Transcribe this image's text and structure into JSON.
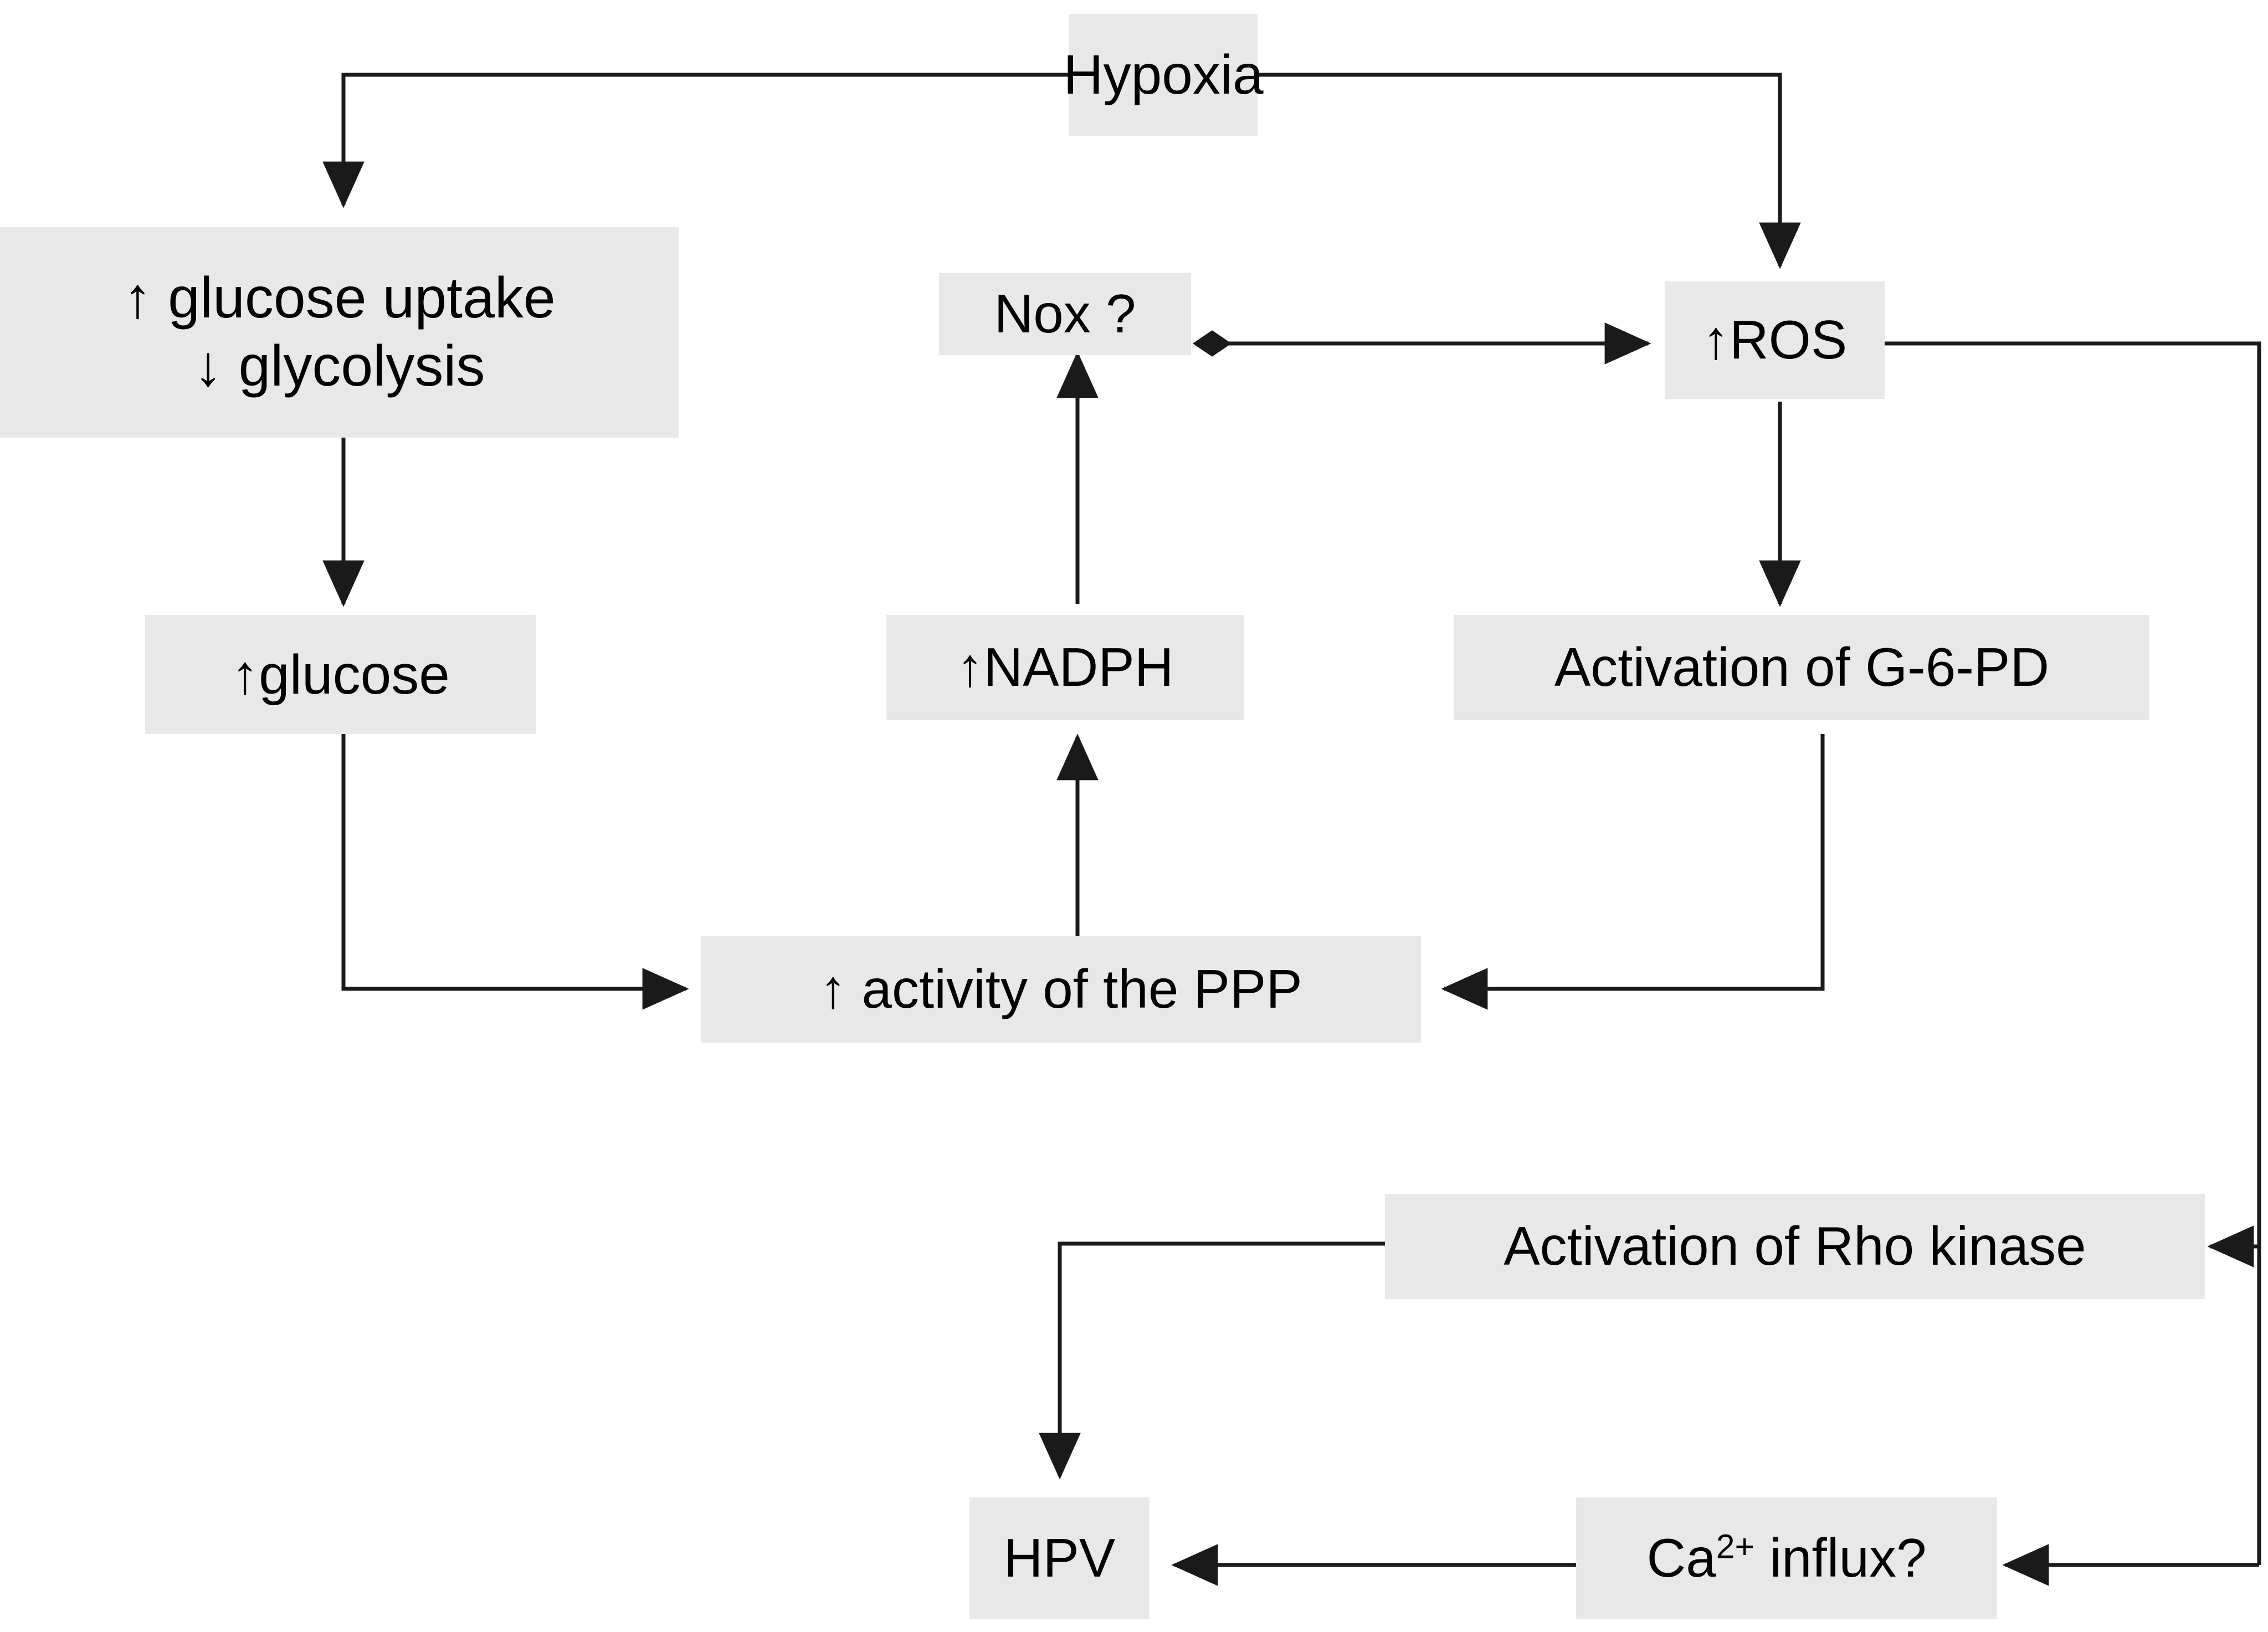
{
  "diagram": {
    "title": "Hypoxia signalling flowchart",
    "background_color": "#FFFFFF",
    "node_fill_color": "#E8E8E8",
    "text_color": "#000000",
    "line_color": "#1A1A1A",
    "nodes": {
      "hypoxia": {
        "label": "Hypoxia"
      },
      "glucose_uptake": {
        "line1": "↑ glucose uptake",
        "line2": "↓ glycolysis"
      },
      "nox": {
        "label": "Nox ?"
      },
      "ros": {
        "label": "↑ROS"
      },
      "glucose": {
        "label": "↑glucose"
      },
      "nadph": {
        "label": "↑NADPH"
      },
      "g6pd": {
        "label": "Activation of G-6-PD"
      },
      "ppp": {
        "label": "↑ activity of the PPP"
      },
      "rho_kinase": {
        "label": "Activation of Rho kinase"
      },
      "hpv": {
        "label": "HPV"
      },
      "ca_influx": {
        "prefix": "Ca",
        "superscript": "2+",
        "suffix": " influx?"
      }
    },
    "edges": [
      {
        "from": "hypoxia",
        "to": "glucose_uptake",
        "style": "elbow-left-down",
        "arrowhead": "triangle"
      },
      {
        "from": "hypoxia",
        "to": "ros",
        "style": "elbow-right-down",
        "arrowhead": "triangle"
      },
      {
        "from": "nox",
        "to": "ros",
        "style": "straight-right",
        "arrowhead": "triangle",
        "arrowtail": "diamond"
      },
      {
        "from": "glucose_uptake",
        "to": "glucose",
        "style": "straight-down",
        "arrowhead": "triangle"
      },
      {
        "from": "glucose",
        "to": "ppp",
        "style": "elbow-down-right",
        "arrowhead": "triangle"
      },
      {
        "from": "ppp",
        "to": "nadph",
        "style": "straight-up",
        "arrowhead": "triangle"
      },
      {
        "from": "nadph",
        "to": "nox",
        "style": "straight-up",
        "arrowhead": "triangle"
      },
      {
        "from": "ros",
        "to": "g6pd",
        "style": "straight-down",
        "arrowhead": "triangle"
      },
      {
        "from": "g6pd",
        "to": "ppp",
        "style": "elbow-down-left",
        "arrowhead": "triangle"
      },
      {
        "from": "ros",
        "to": "rho_kinase",
        "style": "right-trunk-down-left",
        "arrowhead": "triangle"
      },
      {
        "from": "ros",
        "to": "ca_influx",
        "style": "right-trunk-down-left",
        "arrowhead": "triangle"
      },
      {
        "from": "rho_kinase",
        "to": "hpv",
        "style": "elbow-left-down",
        "arrowhead": "triangle"
      },
      {
        "from": "ca_influx",
        "to": "hpv",
        "style": "straight-left",
        "arrowhead": "triangle"
      }
    ]
  }
}
